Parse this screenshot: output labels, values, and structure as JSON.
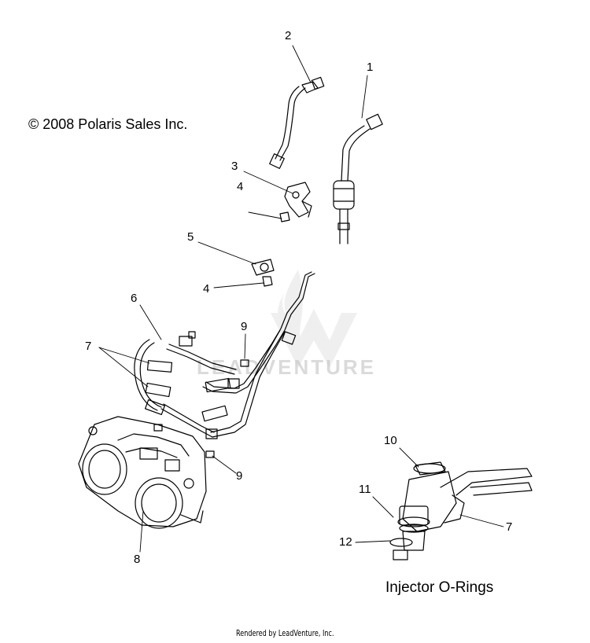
{
  "diagram": {
    "copyright": "© 2008 Polaris Sales Inc.",
    "inset_title": "Injector O-Rings",
    "footer": "Rendered by LeadVenture, Inc.",
    "watermark": "LEADVENTURE",
    "callouts": {
      "c1": "1",
      "c2": "2",
      "c3": "3",
      "c4a": "4",
      "c4b": "4",
      "c5": "5",
      "c6": "6",
      "c7a": "7",
      "c7b": "7",
      "c8": "8",
      "c9a": "9",
      "c9b": "9",
      "c10": "10",
      "c11": "11",
      "c12": "12"
    }
  }
}
